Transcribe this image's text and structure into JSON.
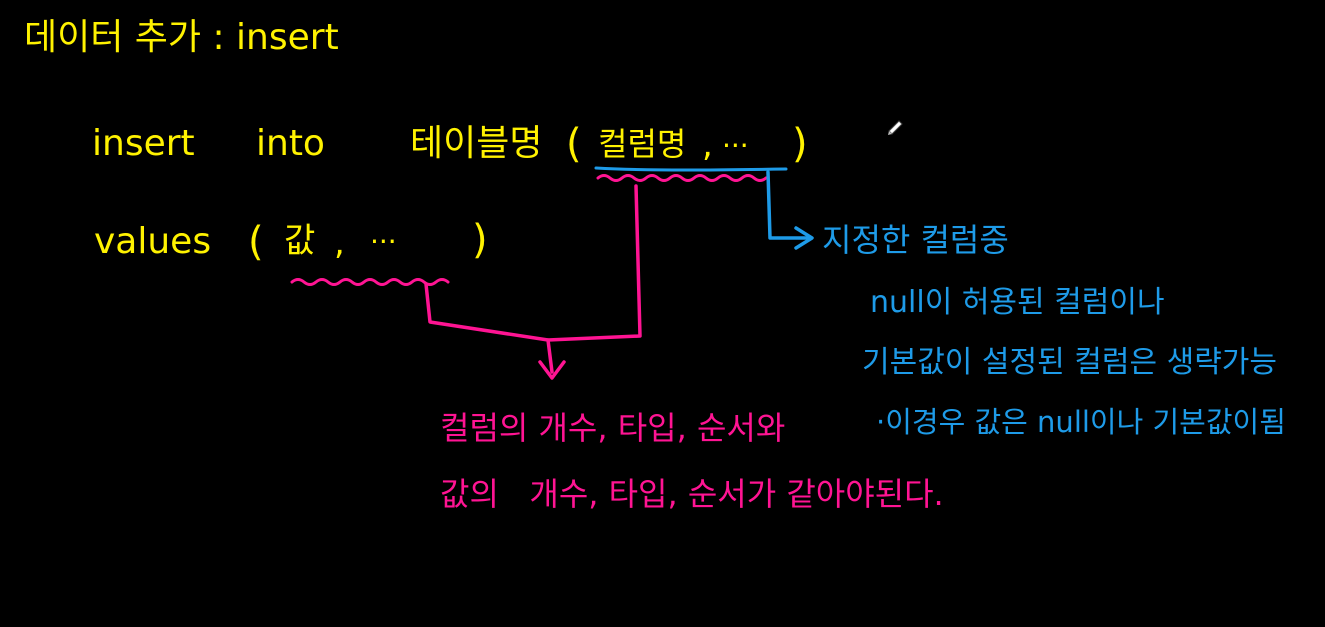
{
  "title": "데이터 추가 : insert",
  "syntax": {
    "insert_kw": "insert",
    "into_kw": "into",
    "table_name": "테이블명",
    "open_paren_1": "(",
    "column_list": "컬럼명",
    "comma_1": ",",
    "ellipsis_1": "···",
    "close_paren_1": ")",
    "values_kw": "values",
    "open_paren_2": "(",
    "value_list": "값",
    "comma_2": ",",
    "ellipsis_2": "···",
    "close_paren_2": ")"
  },
  "note_blue": {
    "line1": "지정한 컬럼중",
    "line2": "null이 허용된 컬럼이나",
    "line3": "기본값이 설정된 컬럼은 생략가능",
    "line4": "·이경우 값은 null이나 기본값이됨"
  },
  "note_pink": {
    "line1": "컬럼의 개수, 타입, 순서와",
    "line2": "값의   개수, 타입, 순서가 같아야된다."
  },
  "colors": {
    "background": "#000000",
    "yellow": "#FFF200",
    "pink": "#FF1493",
    "blue": "#1E9BE8"
  },
  "icons": [
    "pen-cursor-icon"
  ]
}
